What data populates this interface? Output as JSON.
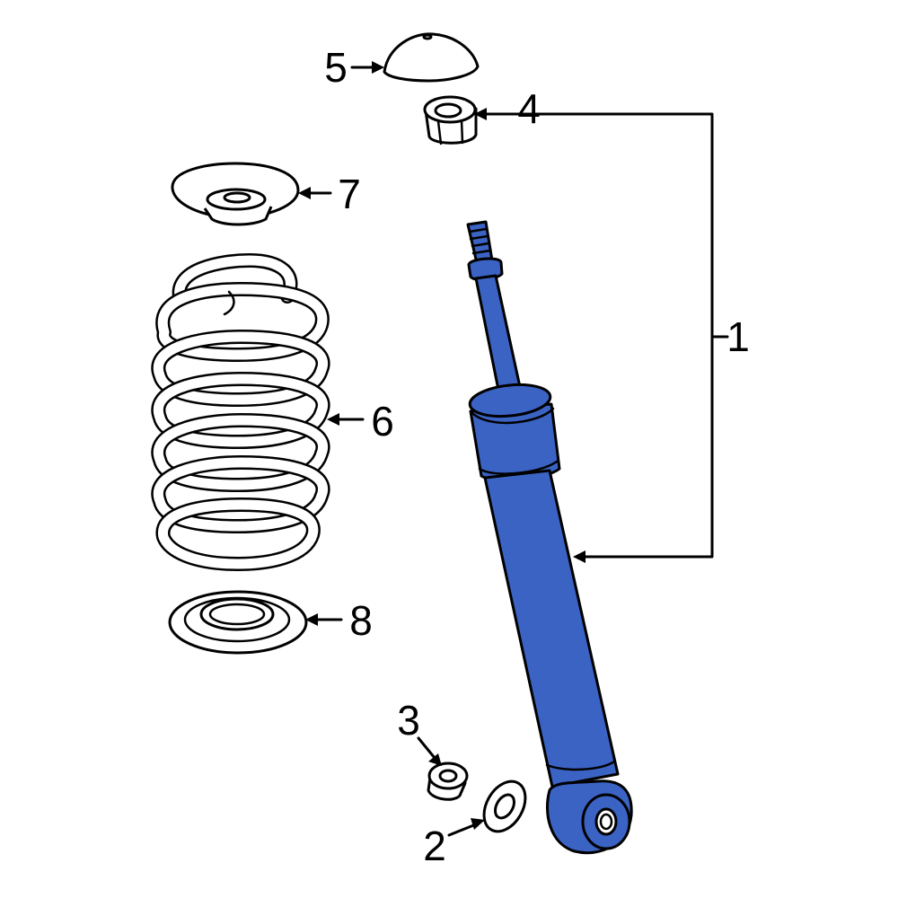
{
  "parts": [
    {
      "callout": "1",
      "name": "shock-absorber-assembly"
    },
    {
      "callout": "2",
      "name": "washer"
    },
    {
      "callout": "3",
      "name": "nut"
    },
    {
      "callout": "4",
      "name": "bushing"
    },
    {
      "callout": "5",
      "name": "dust-cap"
    },
    {
      "callout": "6",
      "name": "coil-spring"
    },
    {
      "callout": "7",
      "name": "upper-spring-seat"
    },
    {
      "callout": "8",
      "name": "lower-spring-insulator"
    }
  ],
  "colors": {
    "highlight": "#3a63c4",
    "outline": "#000000",
    "background": "#ffffff"
  }
}
